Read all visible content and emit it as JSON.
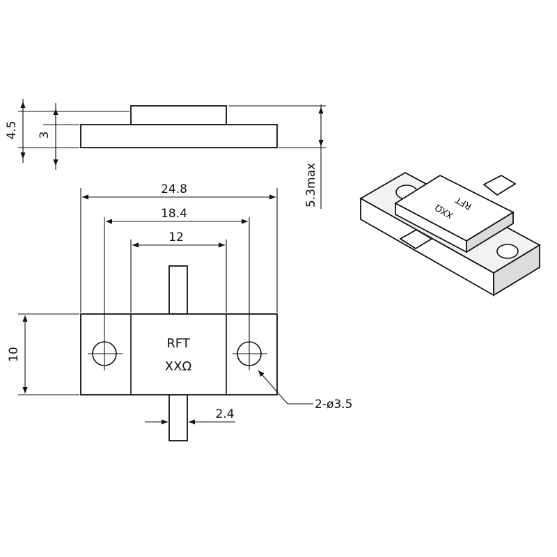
{
  "labels": {
    "brand": "RFT",
    "resistance": "XXΩ"
  },
  "dimensions": {
    "total_height": "4.5",
    "base_height": "3",
    "max_height": "5.3max",
    "total_width": "24.8",
    "hole_spacing": "18.4",
    "body_width": "12",
    "base_depth": "10",
    "tab_width": "2.4",
    "hole_callout": "2-ø3.5"
  },
  "colors": {
    "line": "#111111",
    "background": "#ffffff",
    "iso_top": "#f2f2f2",
    "iso_side": "#dcdcdc"
  }
}
